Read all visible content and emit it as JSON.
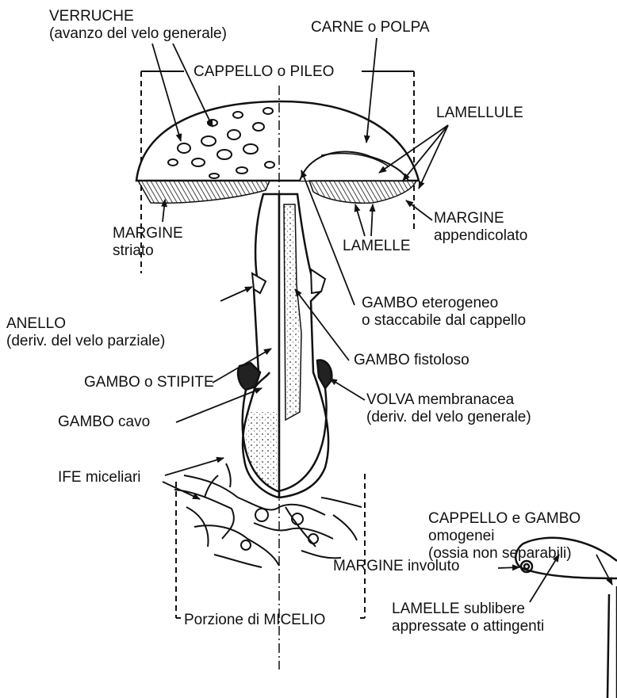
{
  "labels": {
    "verruche": "VERRUCHE",
    "verruche_sub": "(avanzo del velo generale)",
    "carne": "CARNE o POLPA",
    "cappello": "CAPPELLO o PILEO",
    "lamellule": "LAMELLULE",
    "margine_striato": "MARGINE",
    "margine_striato_sub": "striato",
    "lamelle": "LAMELLE",
    "margine_append": "MARGINE",
    "margine_append_sub": "appendicolato",
    "gambo_eterogeneo": "GAMBO eterogeneo",
    "gambo_eterogeneo_sub": "o staccabile dal cappello",
    "anello": "ANELLO",
    "anello_sub": "(deriv. del velo parziale)",
    "gambo_fistoloso": "GAMBO fistoloso",
    "gambo_stipite": "GAMBO o STIPITE",
    "volva": "VOLVA membranacea",
    "volva_sub": "(deriv. del velo generale)",
    "gambo_cavo": "GAMBO cavo",
    "ife": "IFE miceliari",
    "micelio": "Porzione di MICELIO",
    "omogenei": "CAPPELLO e GAMBO",
    "omogenei_2": "omogenei",
    "omogenei_3": "(ossia non separabili)",
    "margine_involuto": "MARGINE involuto",
    "lamelle_sublibere": "LAMELLE sublibere",
    "lamelle_sublibere_sub": "appressate o attingenti"
  },
  "colors": {
    "ink": "#111111",
    "background": "#ffffff"
  }
}
